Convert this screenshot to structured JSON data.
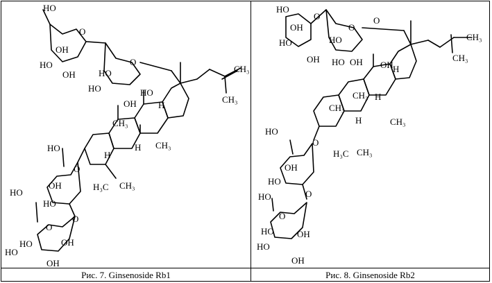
{
  "figures": [
    {
      "caption": "Рис. 7. Ginsenoside Rb1",
      "atom_labels": {
        "oh": "OH",
        "ho": "HO",
        "h": "H",
        "ch3": "CH₃",
        "h3c": "H₃C",
        "o": "O"
      }
    },
    {
      "caption": "Рис. 8. Ginsenoside Rb2",
      "atom_labels": {
        "oh": "OH",
        "ho": "HO",
        "h": "H",
        "ch3": "CH₃",
        "h3c": "H₃C",
        "o": "O"
      }
    }
  ]
}
